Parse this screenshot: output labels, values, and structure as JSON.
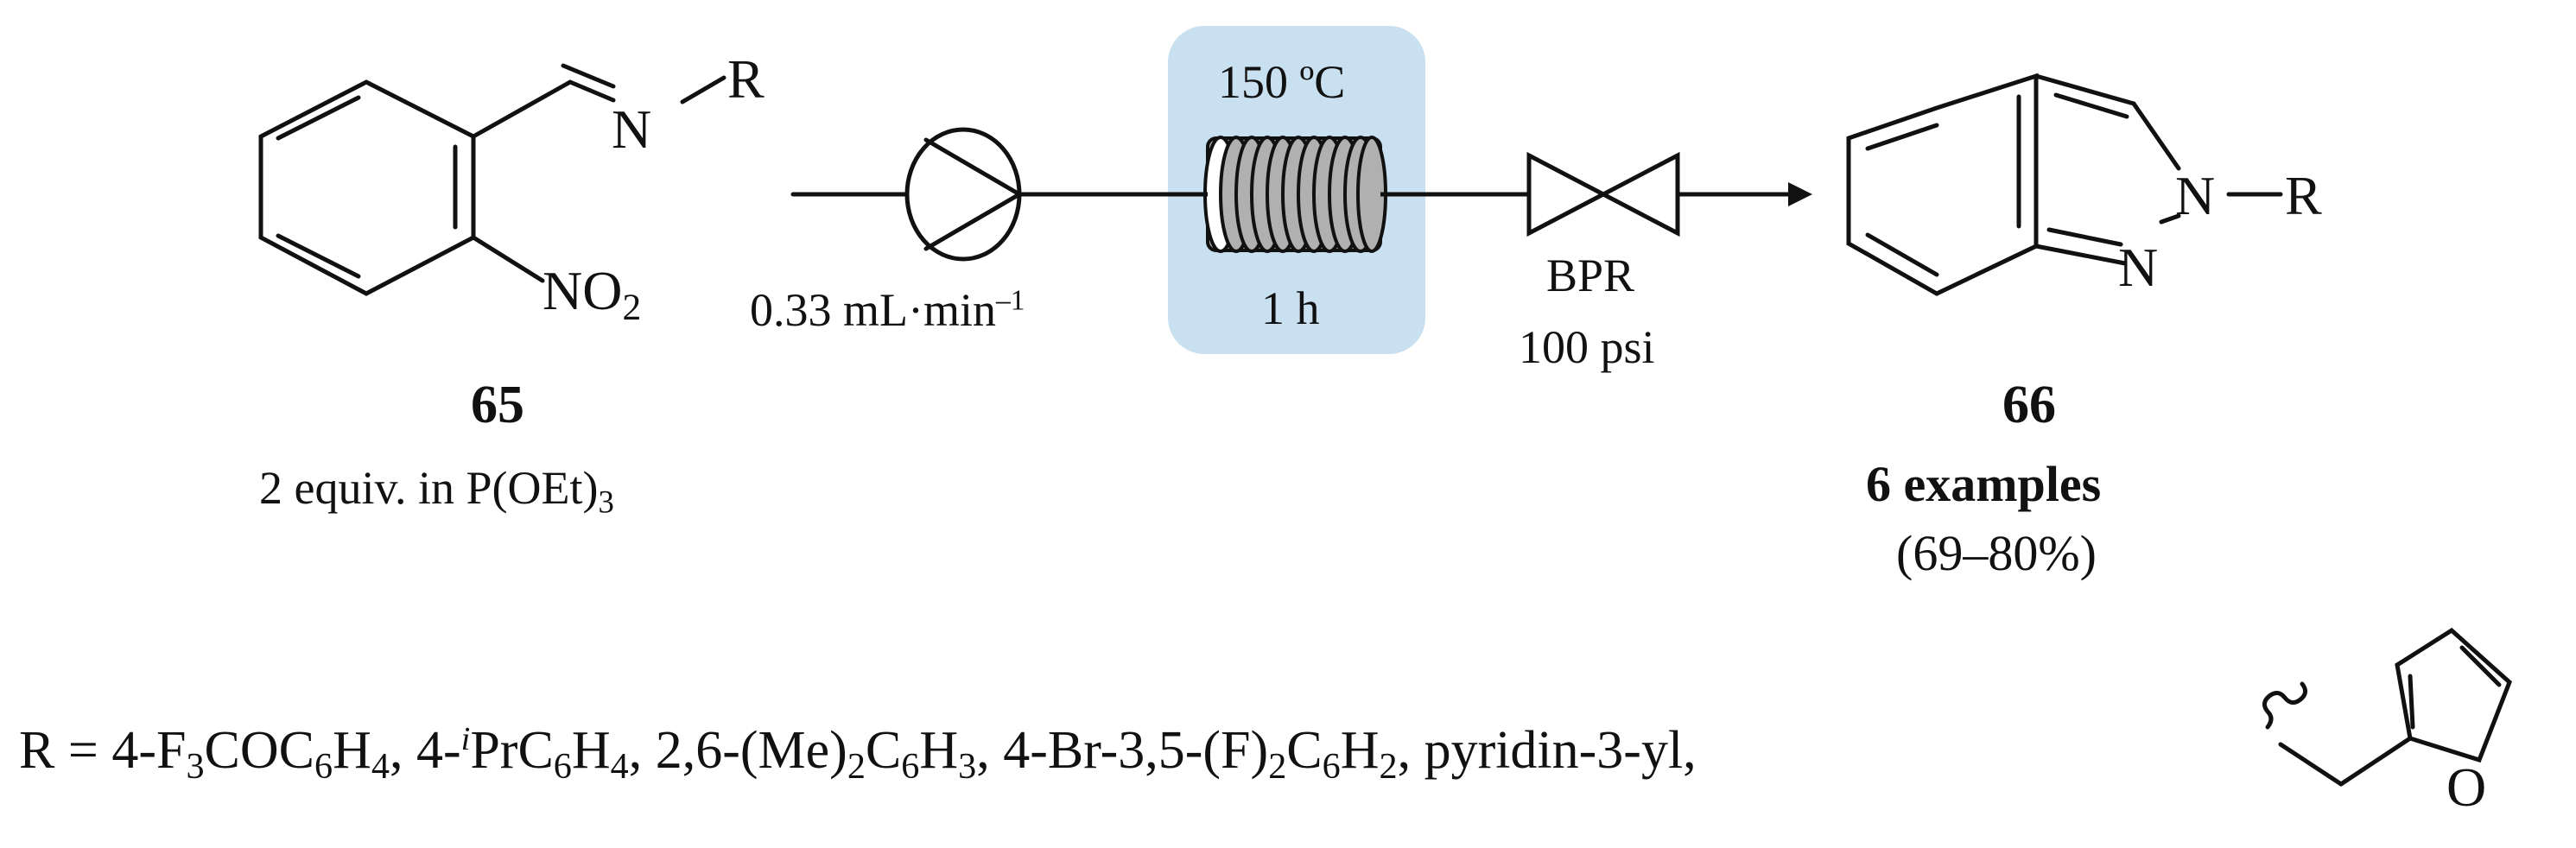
{
  "starting_material": {
    "compound_number": "65",
    "conditions": "2 equiv. in P(OEt)",
    "conditions_subscript": "3",
    "atoms": {
      "R": "R",
      "N": "N",
      "NO": "NO",
      "NO_sub": "2"
    }
  },
  "flow": {
    "flow_rate": "0.33 mL·min",
    "flow_rate_sup": "–1",
    "temperature": "150 ºC",
    "residence_time": "1 h",
    "bpr_label": "BPR",
    "pressure": "100 psi"
  },
  "product": {
    "compound_number": "66",
    "examples": "6 examples",
    "yield": "(69–80%)",
    "atoms": {
      "N2": "N",
      "R": "R",
      "N1": "N"
    }
  },
  "r_groups": {
    "prefix": "R = ",
    "items_html": "4-F<sub>3</sub>COC<sub>6</sub>H<sub>4</sub>, 4-<sup><i>i</i></sup>PrC<sub>6</sub>H<sub>4</sub>, 2,6-(Me)<sub>2</sub>C<sub>6</sub>H<sub>3</sub>, 4-Br-3,5-(F)<sub>2</sub>C<sub>6</sub>H<sub>2</sub>, pyridin-3-yl,",
    "furan_O": "O"
  },
  "colors": {
    "reactor_bg": "#c8e0f0",
    "line": "#111111",
    "coil_fill": "#b0b0b0"
  }
}
